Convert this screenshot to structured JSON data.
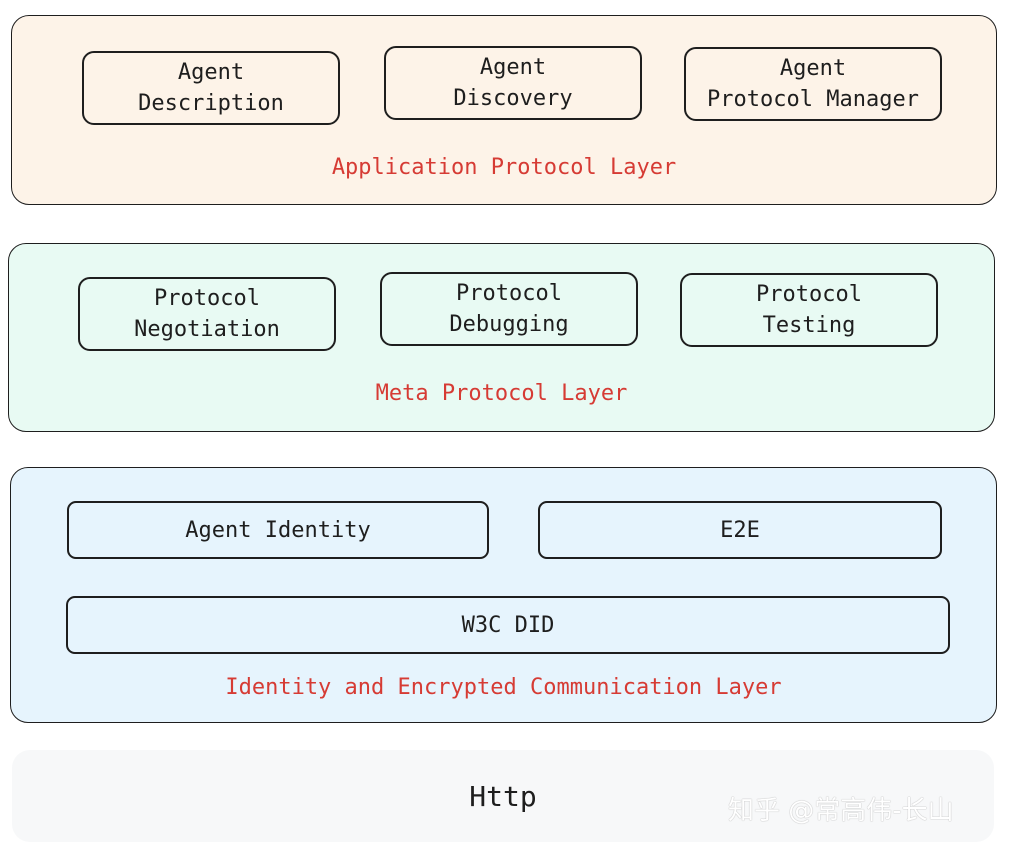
{
  "colors": {
    "application_layer_fill": "#fdf3e8",
    "meta_layer_fill": "#e8faf3",
    "identity_layer_fill": "#e6f4fd",
    "http_fill": "#f7f8f9",
    "layer_label": "#d63b34",
    "stroke": "#1e1e1e"
  },
  "application_layer": {
    "label": "Application Protocol Layer",
    "boxes": [
      "Agent\nDescription",
      "Agent\nDiscovery",
      "Agent\nProtocol Manager"
    ]
  },
  "meta_layer": {
    "label": "Meta Protocol Layer",
    "boxes": [
      "Protocol\nNegotiation",
      "Protocol\nDebugging",
      "Protocol\nTesting"
    ]
  },
  "identity_layer": {
    "label": "Identity and Encrypted Communication Layer",
    "boxes": [
      "Agent Identity",
      "E2E",
      "W3C DID"
    ]
  },
  "http": {
    "label": "Http"
  },
  "watermark": "知乎 @常高伟-长山"
}
